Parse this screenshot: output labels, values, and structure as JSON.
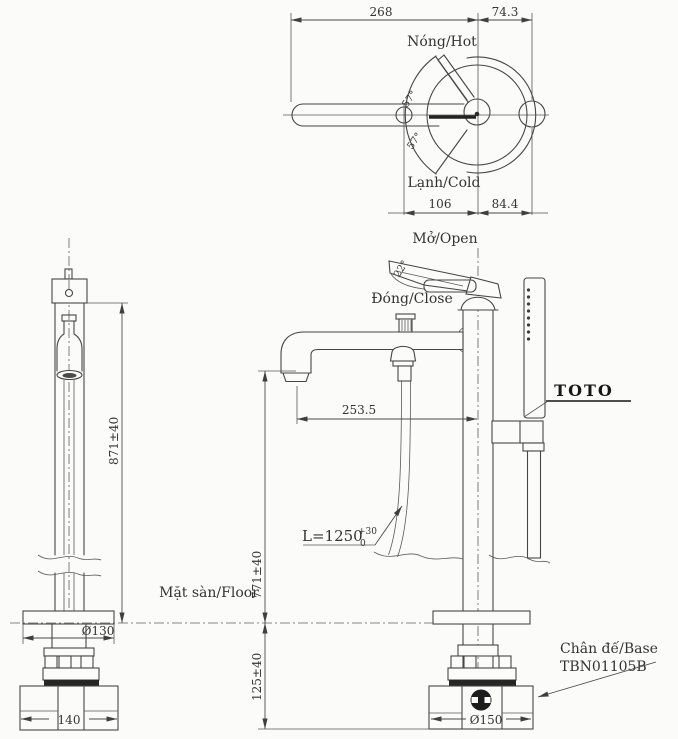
{
  "top_view": {
    "dim_total": "268",
    "dim_right": "74.3",
    "hot_label": "Nóng/Hot",
    "cold_label": "Lạnh/Cold",
    "hot_angle": "57°",
    "cold_angle": "57°",
    "dim_bottom_left": "106",
    "dim_bottom_right": "84.4"
  },
  "front_view": {
    "open_label": "Mở/Open",
    "close_label": "Đóng/Close",
    "open_angle": "22°",
    "spout_reach": "253.5",
    "hose_label": "L=1250",
    "hose_tol_up": "+30",
    "hose_tol_low": "0",
    "height_above_floor": "771±40",
    "depth_below_floor": "125±40",
    "base_dia": "Ø150",
    "floor_label": "Mặt sàn/Floor",
    "base_name": "Chân đế/Base",
    "base_model": "TBN01105B",
    "logo": "TOTO"
  },
  "side_view": {
    "total_height": "871±40",
    "cover_dia": "Ø130",
    "base_width": "140"
  }
}
